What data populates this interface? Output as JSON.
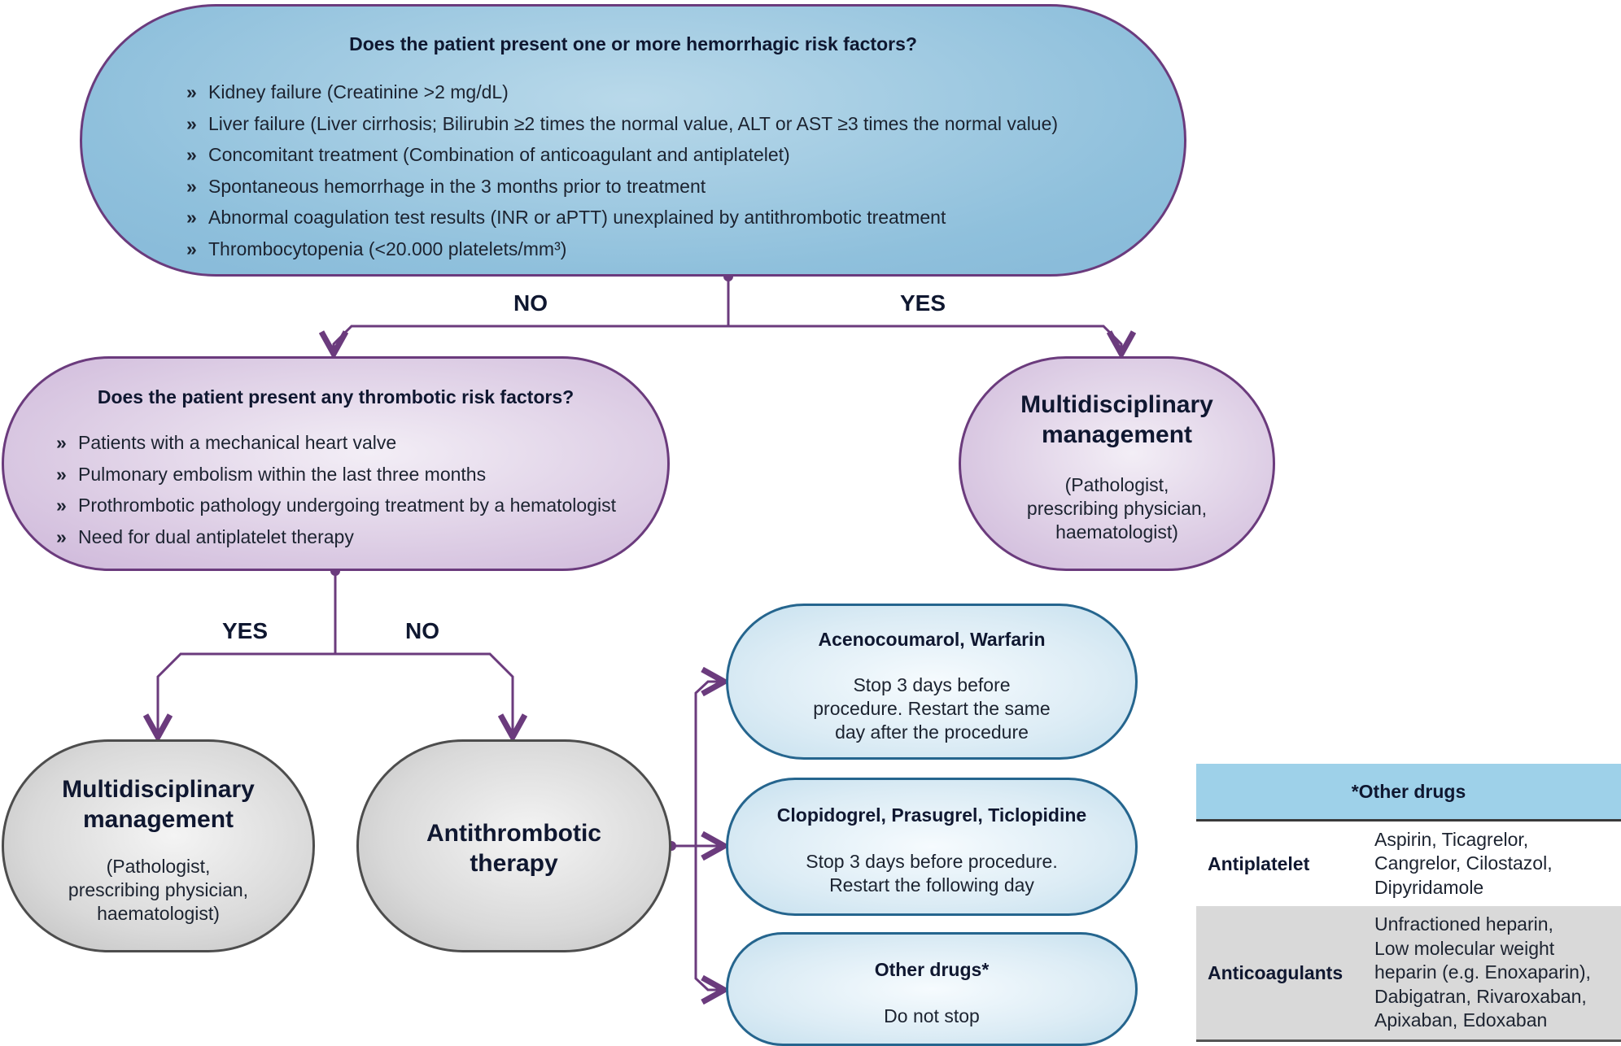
{
  "hemorrhagic": {
    "question": "Does the patient present one or more hemorrhagic risk factors?",
    "bullet": "»",
    "factors": [
      "Kidney failure (Creatinine >2 mg/dL)",
      "Liver failure (Liver cirrhosis; Bilirubin ≥2 times the normal value, ALT or AST ≥3 times the normal value)",
      "Concomitant treatment (Combination of anticoagulant and antiplatelet)",
      "Spontaneous hemorrhage in the 3 months prior to treatment",
      "Abnormal coagulation test results (INR or aPTT) unexplained by antithrombotic treatment",
      "Thrombocytopenia (<20.000 platelets/mm³)"
    ]
  },
  "edge_labels": {
    "first_no": "NO",
    "first_yes": "YES",
    "second_yes": "YES",
    "second_no": "NO"
  },
  "thrombotic": {
    "question": "Does the patient present any thrombotic risk factors?",
    "factors": [
      "Patients with a mechanical heart valve",
      "Pulmonary embolism within the last three months",
      "Prothrombotic pathology undergoing treatment by a hematologist",
      "Need for dual antiplatelet therapy"
    ]
  },
  "multidisciplinary_right": {
    "title_line1": "Multidisciplinary",
    "title_line2": "management",
    "sub_line1": "(Pathologist,",
    "sub_line2": "prescribing physician,",
    "sub_line3": "haematologist)"
  },
  "multidisciplinary_left": {
    "title_line1": "Multidisciplinary",
    "title_line2": "management",
    "sub_line1": "(Pathologist,",
    "sub_line2": "prescribing physician,",
    "sub_line3": "haematologist)"
  },
  "antithrombotic": {
    "line1": "Antithrombotic",
    "line2": "therapy"
  },
  "drugs": {
    "vka": {
      "title": "Acenocoumarol, Warfarin",
      "line1": "Stop 3 days before",
      "line2": "procedure. Restart the same",
      "line3": "day after the procedure"
    },
    "thieno": {
      "title": "Clopidogrel, Prasugrel, Ticlopidine",
      "line1": "Stop 3 days before procedure.",
      "line2": "Restart the following day"
    },
    "other": {
      "title": "Other drugs*",
      "line1": "Do not stop"
    }
  },
  "other_drugs_table": {
    "header": "*Other drugs",
    "rows": [
      {
        "label": "Antiplatelet",
        "lines": [
          "Aspirin, Ticagrelor,",
          "Cangrelor, Cilostazol,",
          "Dipyridamole"
        ]
      },
      {
        "label": "Anticoagulants",
        "lines": [
          "Unfractioned heparin,",
          "Low molecular weight",
          "heparin (e.g. Enoxaparin),",
          "Dabigatran, Rivaroxaban,",
          "Apixaban, Edoxaban"
        ]
      }
    ]
  },
  "colors": {
    "connector": "#6b3b7d",
    "hemorrhagic_fill": "#8fc0dc",
    "thrombotic_fill": "#dccce4",
    "grey_fill": "#d9d9d9",
    "drug_fill": "#dcecf5",
    "drug_border": "#25658e",
    "table_header": "#9ed1e9"
  }
}
